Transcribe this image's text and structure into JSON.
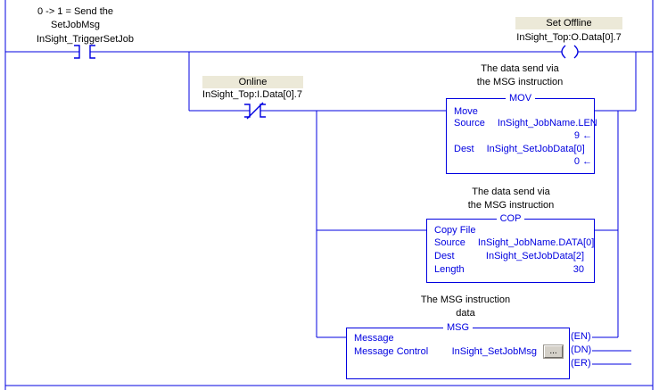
{
  "colors": {
    "wire": "#0000E0",
    "comment_text": "#000000",
    "description_bg": "#ECE9D8",
    "button_face": "#D4D0C8",
    "background": "#FFFFFF"
  },
  "icons": {
    "current_value_arrow": "←"
  },
  "rung": {
    "comment": [
      "0 -> 1 = Send the",
      "SetJobMsg"
    ],
    "contact_tag": "InSight_TriggerSetJob",
    "coil": {
      "description": "Set Offline",
      "tag": "InSight_Top:O.Data[0].7"
    }
  },
  "online_branch": {
    "description": "Online",
    "tag": "InSight_Top:I.Data[0].7"
  },
  "mov": {
    "comment": [
      "The data send via",
      "the MSG instruction"
    ],
    "title": "MOV",
    "name": "Move",
    "source_label": "Source",
    "source_value": "InSight_JobName.LEN",
    "source_current": "9",
    "dest_label": "Dest",
    "dest_value": "InSight_SetJobData[0]",
    "dest_current": "0"
  },
  "cop": {
    "comment": [
      "The data send via",
      "the MSG instruction"
    ],
    "title": "COP",
    "name": "Copy File",
    "source_label": "Source",
    "source_value": "InSight_JobName.DATA[0]",
    "dest_label": "Dest",
    "dest_value": "InSight_SetJobData[2]",
    "length_label": "Length",
    "length_value": "30"
  },
  "msg": {
    "comment": [
      "The MSG instruction",
      "data"
    ],
    "title": "MSG",
    "name": "Message",
    "control_label": "Message Control",
    "control_value": "InSight_SetJobMsg",
    "browse_label": "...",
    "outputs": [
      "(EN)",
      "(DN)",
      "(ER)"
    ]
  }
}
